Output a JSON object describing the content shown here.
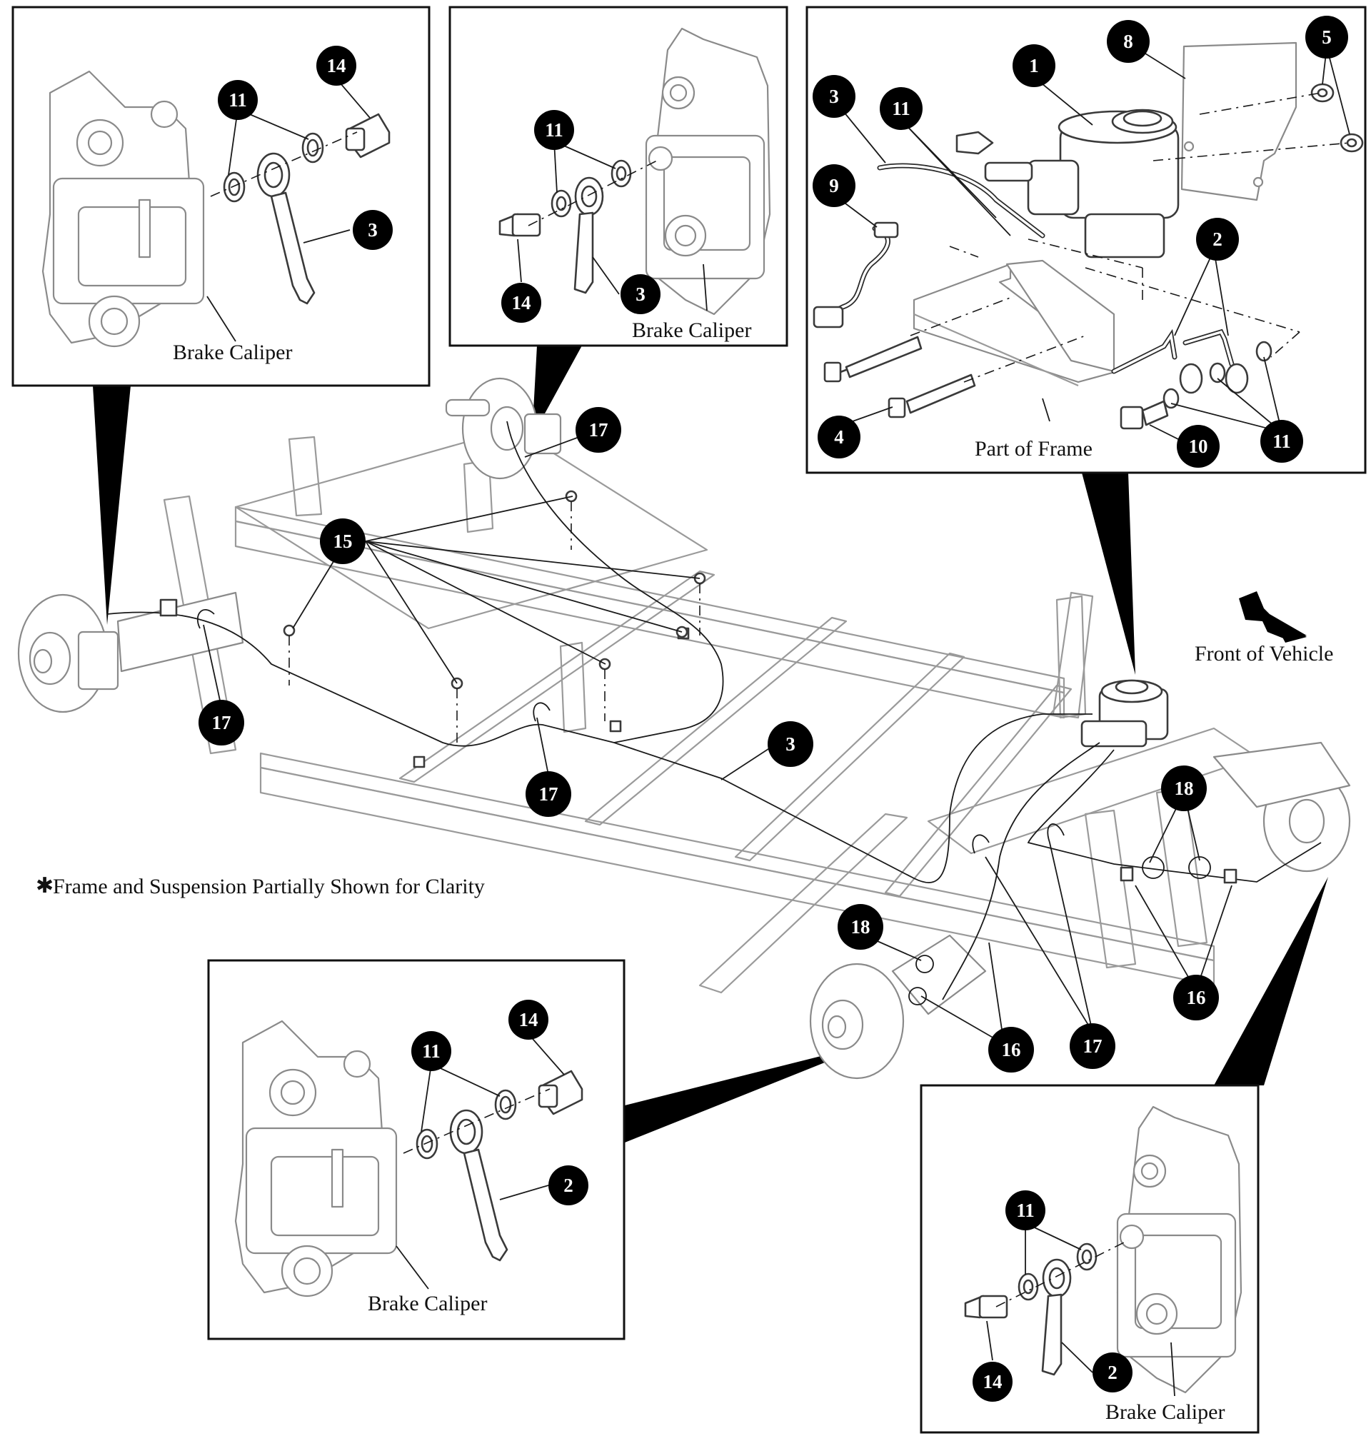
{
  "labels": {
    "brake_caliper": "Brake Caliper",
    "part_of_frame": "Part of Frame",
    "front_of_vehicle": "Front of Vehicle",
    "note": "Frame and Suspension Partially Shown for Clarity",
    "note_mark": "✱"
  },
  "callouts": {
    "c1": "1",
    "c2": "2",
    "c3": "3",
    "c4": "4",
    "c5": "5",
    "c8": "8",
    "c9": "9",
    "c10": "10",
    "c11": "11",
    "c14": "14",
    "c15": "15",
    "c16": "16",
    "c17": "17",
    "c18": "18"
  }
}
